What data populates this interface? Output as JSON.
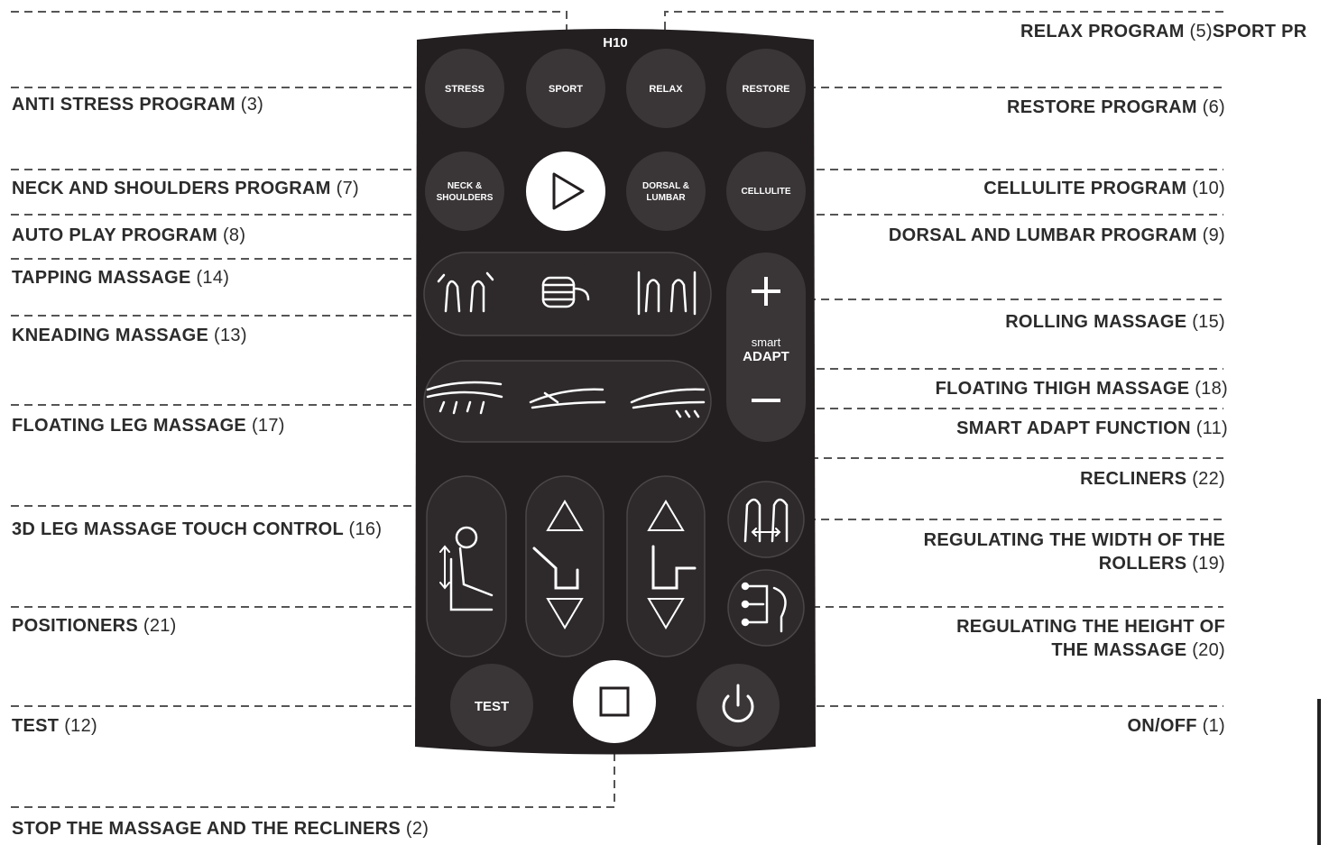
{
  "remote": {
    "model": "H10",
    "buttons": {
      "stress": "STRESS",
      "sport": "SPORT",
      "relax": "RELAX",
      "restore": "RESTORE",
      "neck_line1": "NECK &",
      "neck_line2": "SHOULDERS",
      "dorsal_line1": "DORSAL &",
      "dorsal_line2": "LUMBAR",
      "cellulite": "CELLULITE",
      "smart": "smart",
      "adapt": "ADAPT",
      "test": "TEST"
    }
  },
  "labels_left": [
    {
      "name": "ANTI STRESS PROGRAM",
      "num": "(3)"
    },
    {
      "name": "NECK AND SHOULDERS PROGRAM",
      "num": "(7)"
    },
    {
      "name": "AUTO PLAY PROGRAM",
      "num": "(8)"
    },
    {
      "name": "TAPPING MASSAGE",
      "num": "(14)"
    },
    {
      "name": "KNEADING MASSAGE",
      "num": "(13)"
    },
    {
      "name": "FLOATING LEG MASSAGE",
      "num": "(17)"
    },
    {
      "name": "3D LEG MASSAGE TOUCH CONTROL",
      "num": "(16)"
    },
    {
      "name": "POSITIONERS",
      "num": "(21)"
    },
    {
      "name": "TEST",
      "num": "(12)"
    },
    {
      "name": "STOP THE MASSAGE AND THE RECLINERS",
      "num": "(2)"
    }
  ],
  "labels_right": [
    {
      "name": "RELAX PROGRAM",
      "num": "(5)",
      "suffix": "SPORT PR"
    },
    {
      "name": "RESTORE PROGRAM",
      "num": "(6)"
    },
    {
      "name": "CELLULITE PROGRAM",
      "num": "(10)"
    },
    {
      "name": "DORSAL AND LUMBAR PROGRAM",
      "num": "(9)"
    },
    {
      "name": "ROLLING MASSAGE",
      "num": "(15)"
    },
    {
      "name": "FLOATING THIGH MASSAGE",
      "num": "(18)"
    },
    {
      "name": "SMART ADAPT FUNCTION",
      "num": "(11)"
    },
    {
      "name": "RECLINERS",
      "num": "(22)"
    },
    {
      "name": "REGULATING THE WIDTH OF THE ROLLERS",
      "num": "(19)"
    },
    {
      "name": "REGULATING THE HEIGHT OF THE MASSAGE",
      "num": "(20)"
    },
    {
      "name": "ON/OFF",
      "num": "(1)"
    }
  ]
}
